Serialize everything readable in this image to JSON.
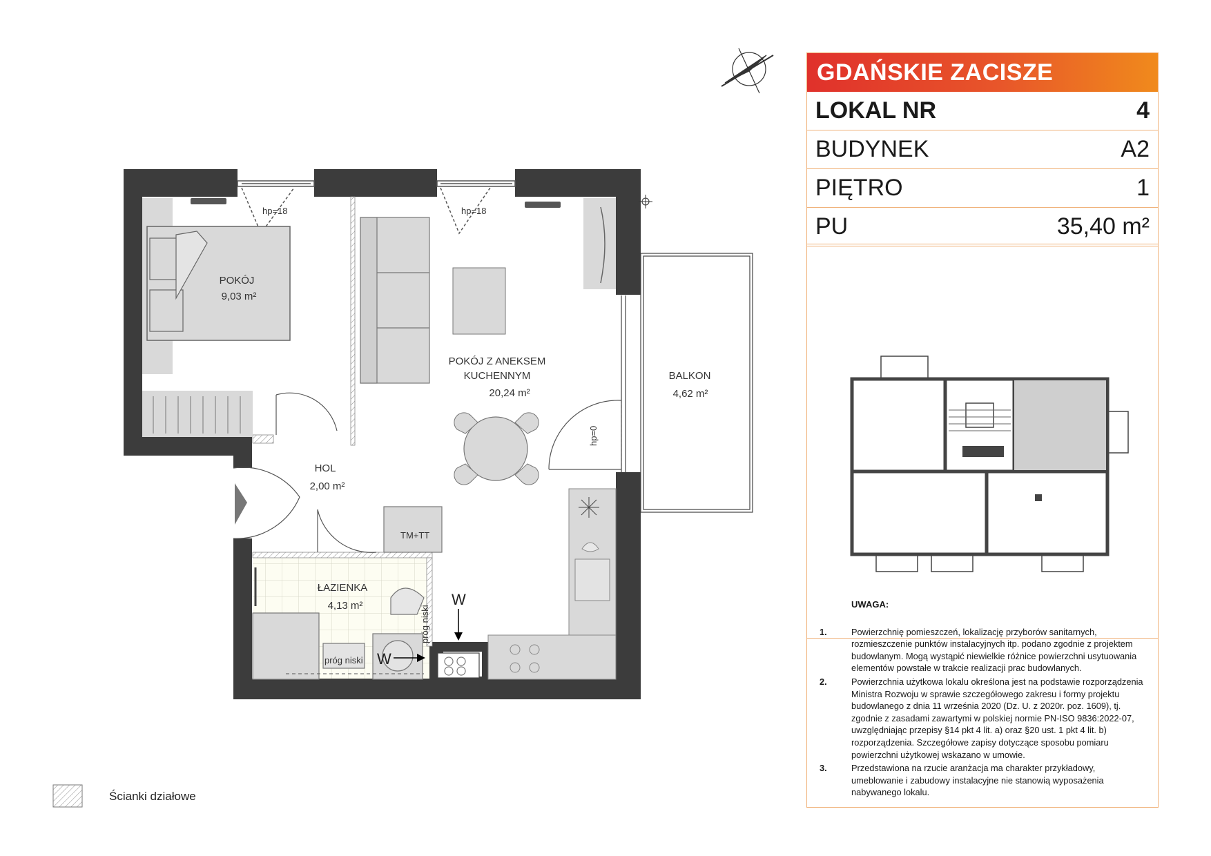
{
  "header": {
    "title": "GDAŃSKIE ZACISZE",
    "rows": [
      {
        "label": "LOKAL NR",
        "value": "4"
      },
      {
        "label": "BUDYNEK",
        "value": "A2"
      },
      {
        "label": "PIĘTRO",
        "value": "1"
      },
      {
        "label": "PU",
        "value": "35,40 m²"
      }
    ]
  },
  "rooms": {
    "pokoj": {
      "name": "POKÓJ",
      "area": "9,03 m²"
    },
    "salon": {
      "name_line1": "POKÓJ Z ANEKSEM",
      "name_line2": "KUCHENNYM",
      "area": "20,24 m²"
    },
    "balkon": {
      "name": "BALKON",
      "area": "4,62 m²"
    },
    "hol": {
      "name": "HOL",
      "area": "2,00 m²"
    },
    "lazienka": {
      "name": "ŁAZIENKA",
      "area": "4,13 m²"
    }
  },
  "plan_labels": {
    "hp1": "hp=18",
    "hp2": "hp=18",
    "hp0": "hp=0",
    "tm_tt": "TM+TT",
    "w1": "W",
    "w2": "W",
    "prog1": "próg niski",
    "prog2": "próg niski"
  },
  "notes": {
    "title": "UWAGA:",
    "items": [
      {
        "num": "1.",
        "text": "Powierzchnię pomieszczeń, lokalizację przyborów sanitarnych, rozmieszczenie punktów instalacyjnych itp. podano zgodnie z projektem budowlanym. Mogą wystąpić niewielkie różnice powierzchni usytuowania elementów powstałe w trakcie realizacji prac budowlanych."
      },
      {
        "num": "2.",
        "text": "Powierzchnia użytkowa lokalu określona jest na podstawie rozporządzenia Ministra Rozwoju w sprawie szczegółowego zakresu i formy projektu budowlanego z dnia 11 września 2020 (Dz. U. z 2020r. poz. 1609), tj. zgodnie z zasadami zawartymi w polskiej normie PN-ISO 9836:2022-07, uwzględniając przepisy §14 pkt 4 lit. a) oraz §20 ust. 1 pkt 4 lit. b) rozporządzenia. Szczegółowe zapisy dotyczące sposobu pomiaru powierzchni użytkowej wskazano w umowie."
      },
      {
        "num": "3.",
        "text": "Przedstawiona na rzucie aranżacja ma charakter przykładowy, umeblowanie i zabudowy instalacyjne nie stanowią wyposażenia nabywanego lokalu."
      }
    ]
  },
  "legend": {
    "label": "Ścianki działowe"
  },
  "colors": {
    "wall": "#3c3c3c",
    "furniture": "#d9d9d9",
    "accent_start": "#e0312b",
    "accent_end": "#f08a1c",
    "border": "#f0b27a"
  }
}
